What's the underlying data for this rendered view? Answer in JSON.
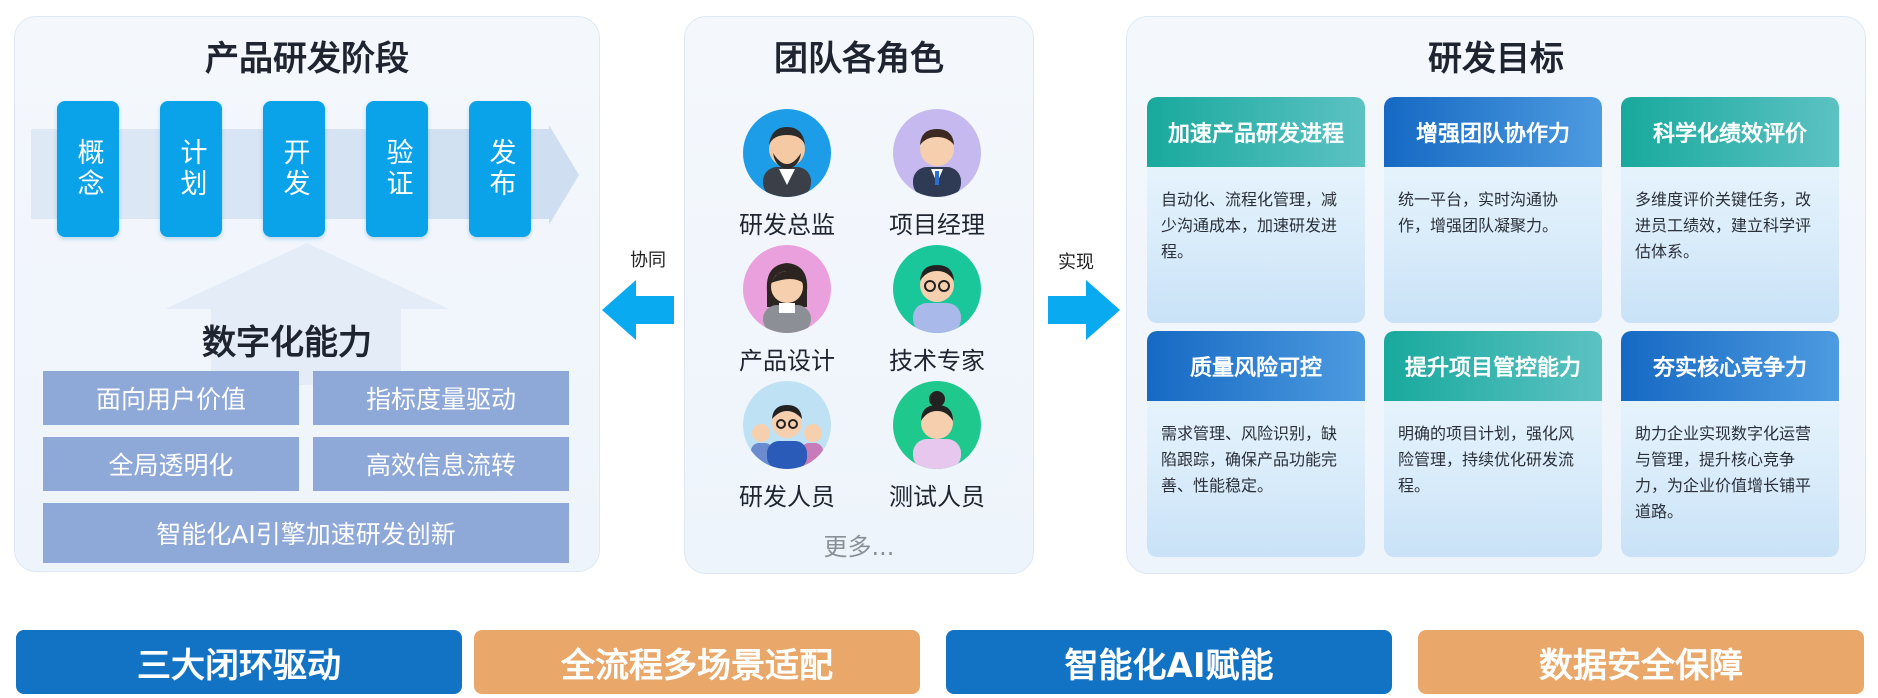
{
  "left": {
    "title": "产品研发阶段",
    "stages": [
      "概念",
      "计划",
      "开发",
      "验证",
      "发布"
    ],
    "capability_title": "数字化能力",
    "capabilities": [
      "面向用户价值",
      "指标度量驱动",
      "全局透明化",
      "高效信息流转",
      "智能化AI引擎加速研发创新"
    ]
  },
  "middle": {
    "title": "团队各角色",
    "roles": [
      "研发总监",
      "项目经理",
      "产品设计",
      "技术专家",
      "研发人员",
      "测试人员"
    ],
    "more": "更多..."
  },
  "connectors": {
    "left_label": "协同",
    "right_label": "实现"
  },
  "right": {
    "title": "研发目标",
    "goals": [
      {
        "title": "加速产品研发进程",
        "body": "自动化、流程化管理，减少沟通成本，加速研发进程。",
        "color": "#1aa99e"
      },
      {
        "title": "增强团队协作力",
        "body": "统一平台，实时沟通协作，增强团队凝聚力。",
        "color": "#1674c9"
      },
      {
        "title": "科学化绩效评价",
        "body": "多维度评价关键任务，改进员工绩效，建立科学评估体系。",
        "color": "#1aa99e"
      },
      {
        "title": "质量风险可控",
        "body": "需求管理、风险识别，缺陷跟踪，确保产品功能完善、性能稳定。",
        "color": "#1674c9"
      },
      {
        "title": "提升项目管控能力",
        "body": "明确的项目计划，强化风险管理，持续优化研发流程。",
        "color": "#1aa99e"
      },
      {
        "title": "夯实核心竞争力",
        "body": "助力企业实现数字化运营与管理，提升核心竞争力，为企业价值增长铺平道路。",
        "color": "#1674c9"
      }
    ]
  },
  "bottom": [
    "三大闭环驱动",
    "全流程多场景适配",
    "智能化AI赋能",
    "数据安全保障"
  ],
  "colors": {
    "stage_blue": "#0aa2e8",
    "capability": "#8ea8d8",
    "bottom_blue": "#1272c4",
    "bottom_orange": "#eaa76a",
    "arrow": "#0aaaf0"
  }
}
